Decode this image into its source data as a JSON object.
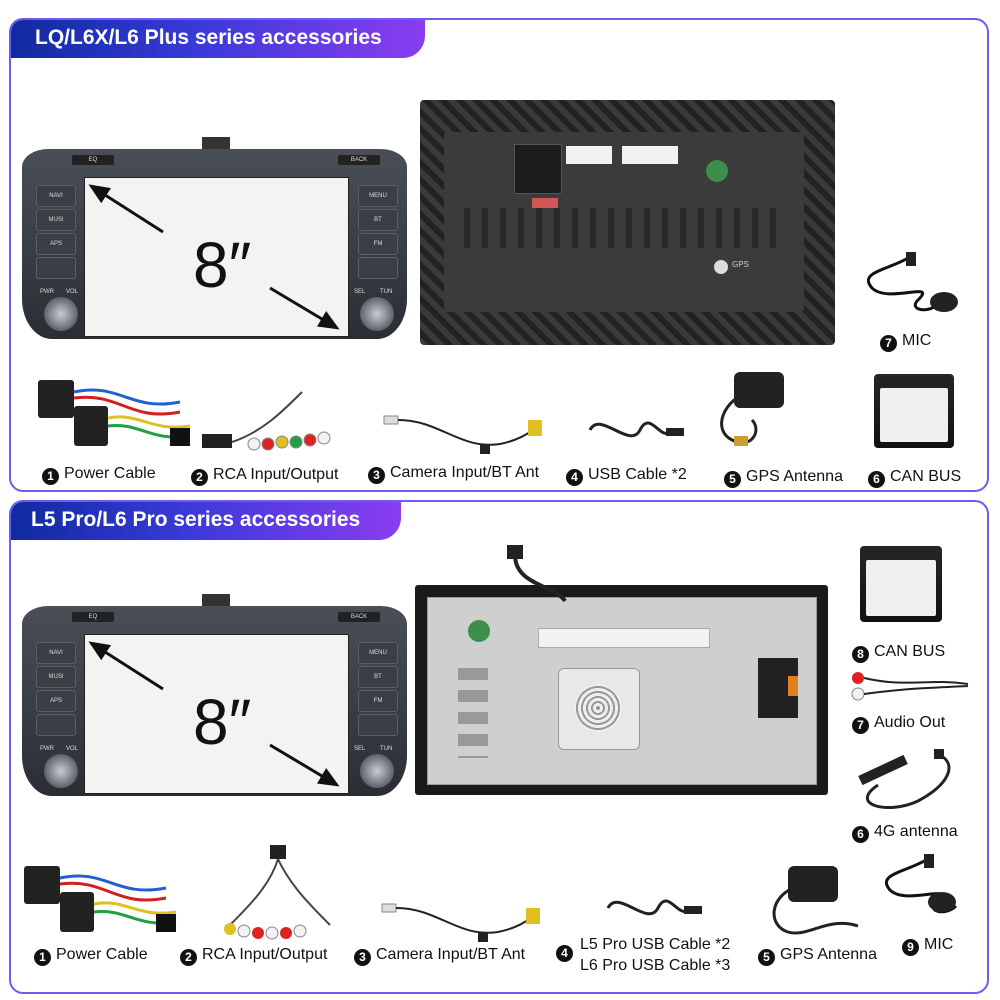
{
  "section1": {
    "title": "LQ/L6X/L6 Plus series accessories",
    "screen_size": "8″",
    "head_unit_buttons": {
      "eq": "EQ",
      "back": "BACK",
      "navi": "NAVI",
      "musi": "MUSI",
      "aps": "APS",
      "menu": "MENU",
      "bt": "BT",
      "fm": "FM",
      "pwr": "PWR",
      "vol": "VOL",
      "sel": "SEL",
      "tun": "TUN"
    },
    "rear_label": "GPS",
    "items": [
      {
        "num": "1",
        "label": "Power Cable"
      },
      {
        "num": "2",
        "label": "RCA Input/Output"
      },
      {
        "num": "3",
        "label": "Camera Input/BT Ant"
      },
      {
        "num": "4",
        "label": "USB Cable *2"
      },
      {
        "num": "5",
        "label": "GPS Antenna"
      },
      {
        "num": "6",
        "label": "CAN BUS"
      },
      {
        "num": "7",
        "label": "MIC"
      }
    ]
  },
  "section2": {
    "title": "L5 Pro/L6 Pro series accessories",
    "screen_size": "8″",
    "items": [
      {
        "num": "1",
        "label": "Power Cable"
      },
      {
        "num": "2",
        "label": "RCA Input/Output"
      },
      {
        "num": "3",
        "label": "Camera Input/BT Ant"
      },
      {
        "num": "4",
        "label": "L5 Pro USB Cable *2",
        "label2": "L6 Pro USB Cable *3"
      },
      {
        "num": "5",
        "label": "GPS Antenna"
      },
      {
        "num": "6",
        "label": "4G antenna"
      },
      {
        "num": "7",
        "label": "Audio Out"
      },
      {
        "num": "8",
        "label": "CAN BUS"
      },
      {
        "num": "9",
        "label": "MIC"
      }
    ]
  }
}
